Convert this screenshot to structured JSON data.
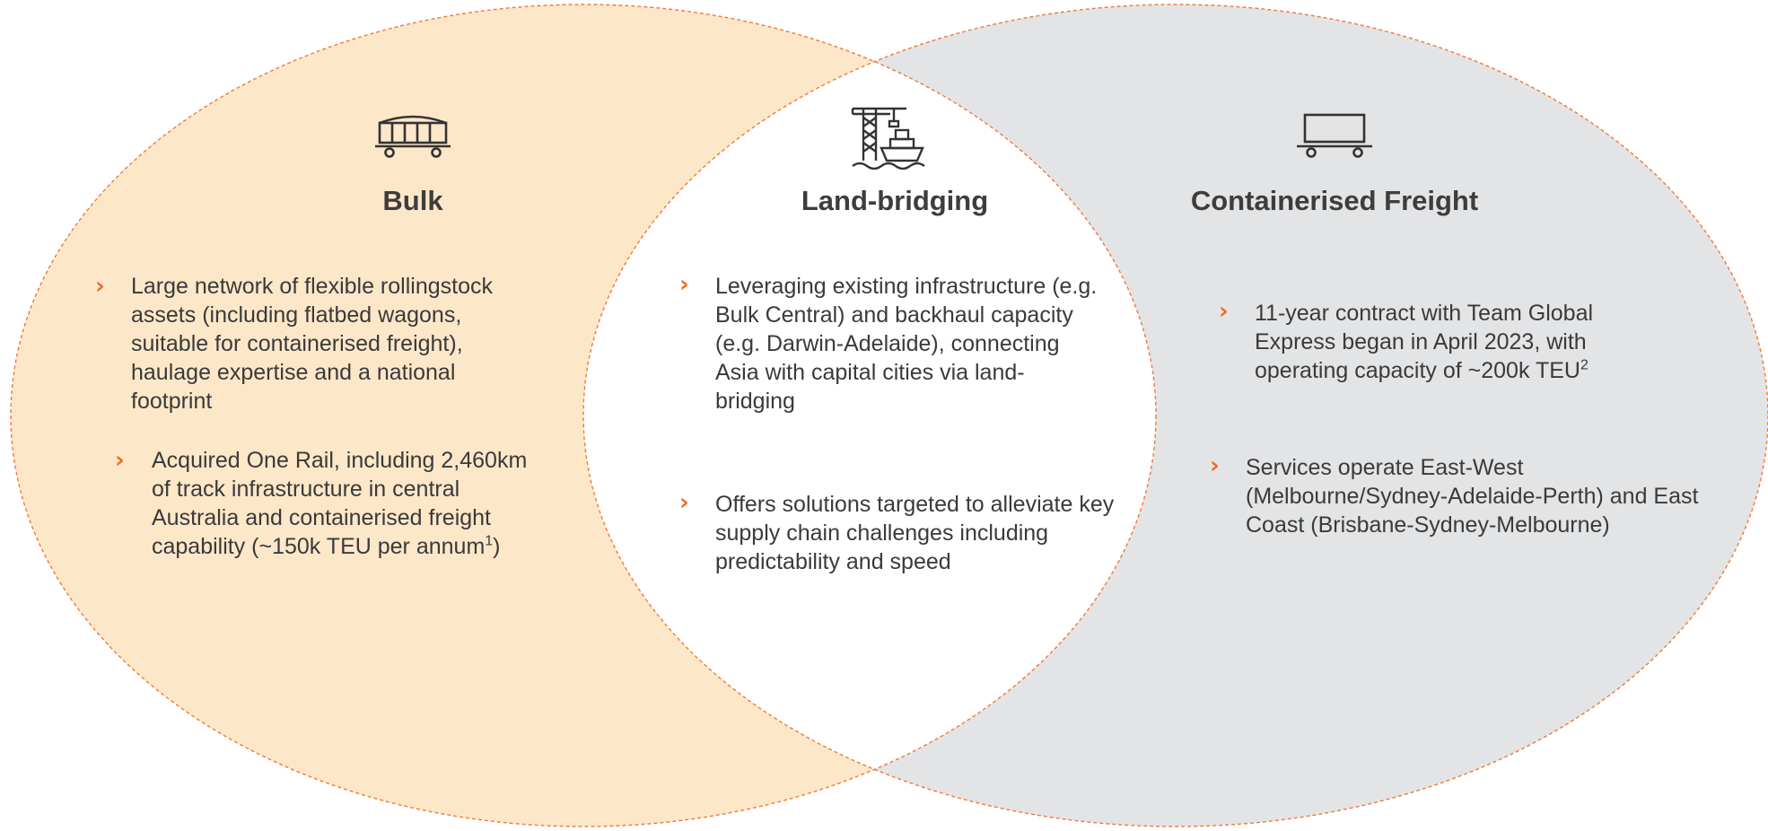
{
  "colors": {
    "bulk_fill": "#fde7c9",
    "containerised_fill": "#e3e4e6",
    "outline": "#f07a3a",
    "bullet_chevron": "#f06b22",
    "heading_text": "#3d3d3d",
    "body_text": "#3a3a3a"
  },
  "bulk": {
    "icon": "rail-hopper-wagon-icon",
    "title": "Bulk",
    "bullets": [
      {
        "text": "Large network of flexible rollingstock assets (including flatbed wagons, suitable for containerised freight), haulage expertise and a national footprint",
        "sup": ""
      },
      {
        "text": "Acquired One Rail, including 2,460km of track infrastructure in central Australia and containerised freight capability (~150k TEU per annum",
        "sup": "1",
        "tail": ")"
      }
    ]
  },
  "land_bridging": {
    "icon": "crane-and-ship-icon",
    "title": "Land-bridging",
    "bullets": [
      {
        "text": "Leveraging existing infrastructure (e.g. Bulk Central) and backhaul capacity (e.g. Darwin-Adelaide), connecting Asia with capital cities via land-bridging",
        "sup": ""
      },
      {
        "text": "Offers solutions targeted to alleviate key supply chain challenges including predictability and speed",
        "sup": ""
      }
    ]
  },
  "containerised": {
    "icon": "flatbed-container-wagon-icon",
    "title": "Containerised Freight",
    "bullets": [
      {
        "text": "11-year contract with Team Global Express began in April 2023, with operating capacity of ~200k TEU",
        "sup": "2",
        "tail": ""
      },
      {
        "text": "Services operate East-West (Melbourne/Sydney-Adelaide-Perth) and East Coast (Brisbane-Sydney-Melbourne)",
        "sup": ""
      }
    ]
  },
  "bullet_glyph": "›"
}
